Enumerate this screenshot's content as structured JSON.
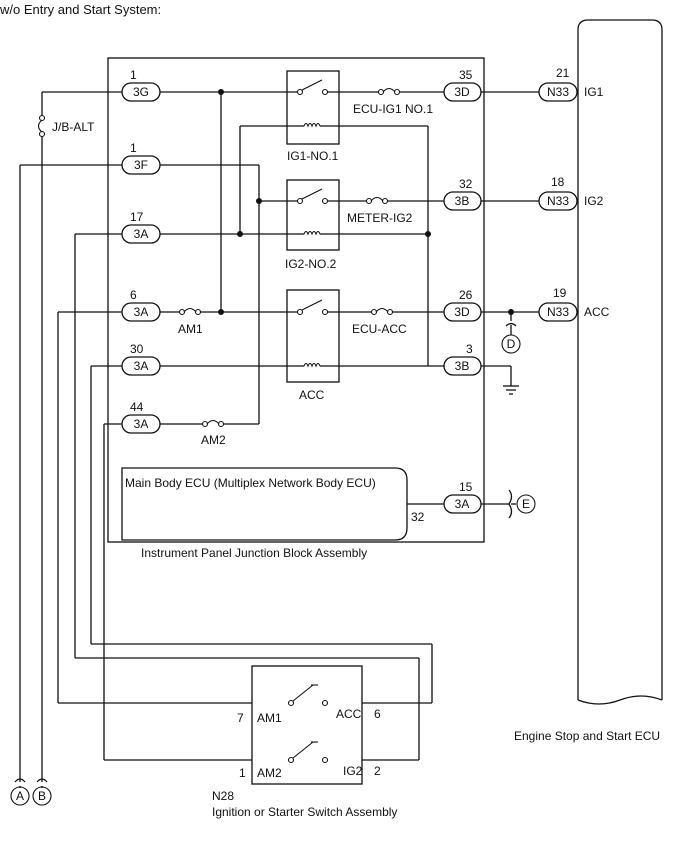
{
  "header": {
    "title": "w/o Entry and Start System:"
  },
  "junction_block": {
    "name": "Instrument Panel Junction Block Assembly",
    "connectors": {
      "c3G": {
        "pin": "1",
        "label": "3G"
      },
      "c3F": {
        "pin": "1",
        "label": "3F"
      },
      "c3A17": {
        "pin": "17",
        "label": "3A"
      },
      "c3A6": {
        "pin": "6",
        "label": "3A"
      },
      "c3A30": {
        "pin": "30",
        "label": "3A"
      },
      "c3A44": {
        "pin": "44",
        "label": "3A"
      },
      "c3D35": {
        "pin": "35",
        "label": "3D"
      },
      "c3B32": {
        "pin": "32",
        "label": "3B"
      },
      "c3D26": {
        "pin": "26",
        "label": "3D"
      },
      "c3B3": {
        "pin": "3",
        "label": "3B"
      },
      "c3A15": {
        "pin": "15",
        "label": "3A"
      }
    },
    "fuses": {
      "am1": "AM1",
      "am2": "AM2",
      "ecu_ig1": "ECU-IG1 NO.1",
      "meter_ig2": "METER-IG2",
      "ecu_acc": "ECU-ACC"
    },
    "relays": {
      "ig1": "IG1-NO.1",
      "ig2": "IG2-NO.2",
      "acc": "ACC"
    },
    "ecu": {
      "name": "Main Body ECU (Multiplex Network Body ECU)",
      "pin": "32"
    }
  },
  "alt_fuse": "J/B-ALT",
  "engine_ecu": {
    "name": "Engine Stop and Start ECU",
    "connectors": {
      "ig1": {
        "pin": "21",
        "label": "N33",
        "signal": "IG1"
      },
      "ig2": {
        "pin": "18",
        "label": "N33",
        "signal": "IG2"
      },
      "acc": {
        "pin": "19",
        "label": "N33",
        "signal": "ACC"
      }
    }
  },
  "ignition_switch": {
    "code": "N28",
    "name": "Ignition or Starter Switch Assembly",
    "am1_pin": "7",
    "am1": "AM1",
    "acc_pin": "6",
    "acc": "ACC",
    "am2_pin": "1",
    "am2": "AM2",
    "ig2_pin": "2",
    "ig2": "IG2"
  },
  "refs": {
    "a": "A",
    "b": "B",
    "d": "D",
    "e": "E"
  }
}
